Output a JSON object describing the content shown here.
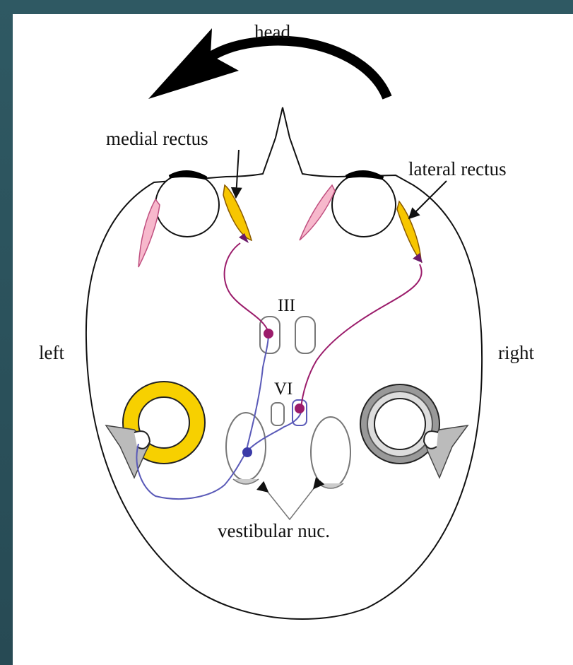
{
  "labels": {
    "head": "head",
    "medial_rectus": "medial rectus",
    "lateral_rectus": "lateral rectus",
    "left": "left",
    "right": "right",
    "nucleus_III": "III",
    "nucleus_VI": "VI",
    "vestibular_nuc": "vestibular nuc."
  },
  "colors": {
    "background": "#2a4d57",
    "panel": "#ffffff",
    "muscle_active": "#f7c600",
    "muscle_inactive": "#f7b8cc",
    "excitatory_pathway": "#9b1c6b",
    "vestibular_pathway": "#5a5ab8",
    "canal_active": "#f7d000",
    "canal_inactive": "#9a9a9a"
  },
  "icons": {
    "rotation_arrow": "curved-arrow-left-icon"
  }
}
